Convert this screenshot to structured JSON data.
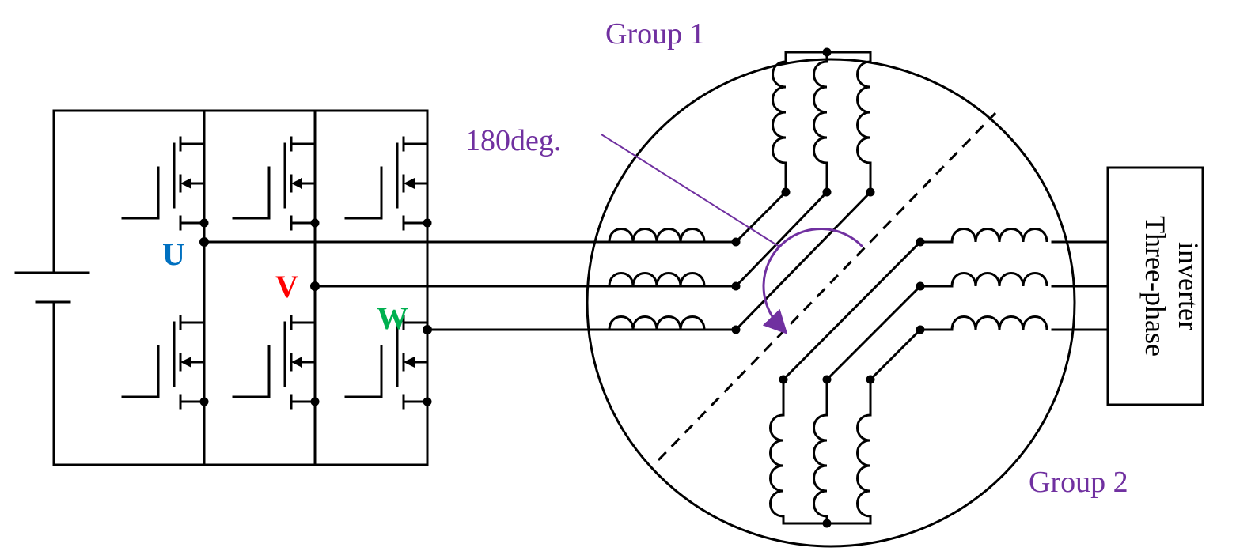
{
  "labels": {
    "phase_u": "U",
    "phase_v": "V",
    "phase_w": "W",
    "group1": "Group 1",
    "group2": "Group 2",
    "angle": "180deg.",
    "inverter_line1": "Three-phase",
    "inverter_line2": "inverter"
  },
  "colors": {
    "u": "#0070c0",
    "v": "#ff0000",
    "w": "#00b050",
    "accent": "#7030a0",
    "wire": "#000000"
  }
}
